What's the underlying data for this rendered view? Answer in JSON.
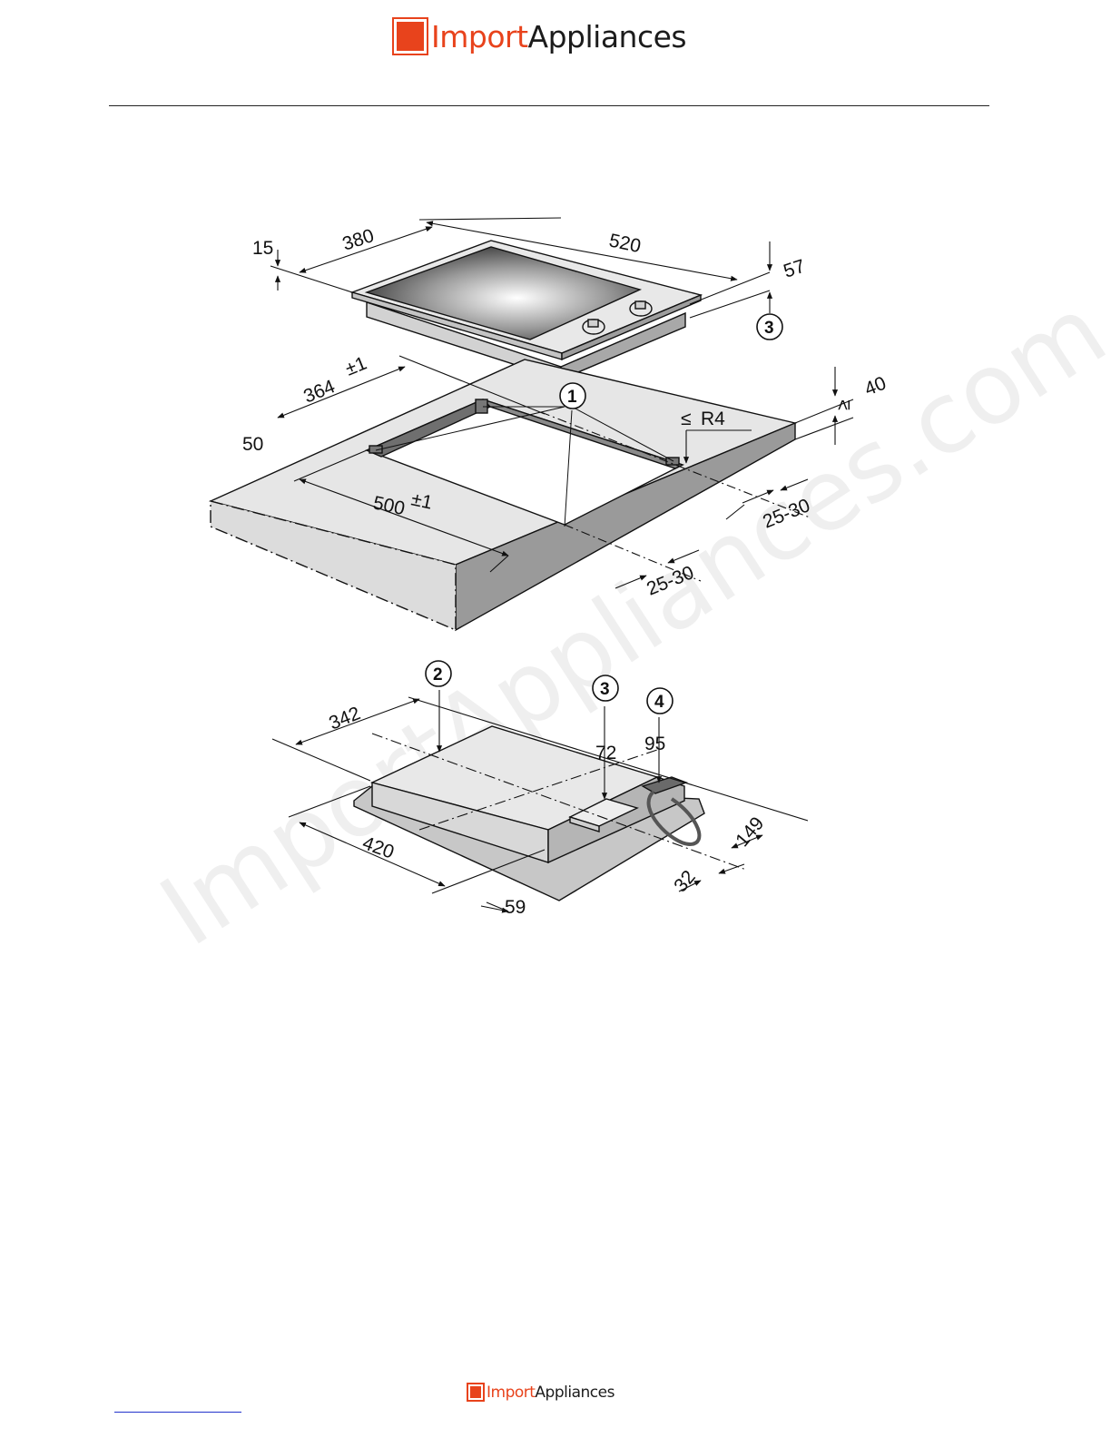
{
  "brand": {
    "part_a": "Import",
    "part_b": "Appliances",
    "color": "#e8431c"
  },
  "watermark": "ImportAppliances.com",
  "dimensions": {
    "cooktop_width": "520",
    "cooktop_depth": "380",
    "glass_thickness": "15",
    "install_depth": "57",
    "cutout_depth": "364",
    "cutout_depth_tol": "±1",
    "cutout_width": "500",
    "cutout_width_tol": "±1",
    "front_margin": "50",
    "min_worktop": "40",
    "radius": "R4",
    "radius_symbol": "≤",
    "min_symbol": "≥",
    "side_gap_right": "25-30",
    "side_gap_front": "25-30",
    "underside_depth": "342",
    "underside_width": "420",
    "box_offset": "59",
    "box_width": "72",
    "cable_offset": "95",
    "rear_depth": "149",
    "rear_offset": "32"
  },
  "callouts": [
    "1",
    "2",
    "3",
    "4"
  ]
}
